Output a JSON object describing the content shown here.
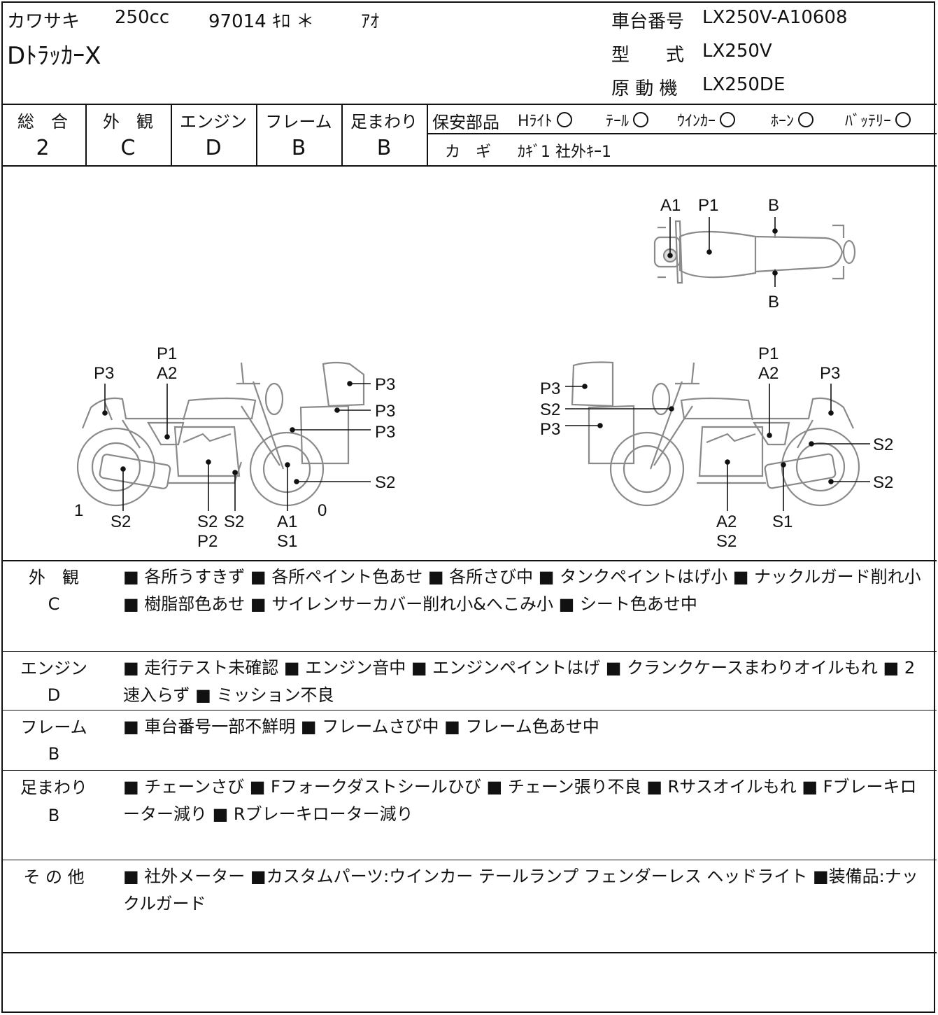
{
  "header": {
    "maker": "カワサキ",
    "cc": "250cc",
    "mileage": "97014 ｷﾛ ＊",
    "color": "ｱｵ",
    "model_name": "DﾄﾗｯｶｰX",
    "frame_no_label": "車台番号",
    "frame_no": "LX250V-A10608",
    "type_label": "型　　式",
    "type": "LX250V",
    "engine_label": "原 動 機",
    "engine": "LX250DE"
  },
  "grades": [
    {
      "label": "総　合",
      "value": "2"
    },
    {
      "label": "外　観",
      "value": "C"
    },
    {
      "label": "エンジン",
      "value": "D"
    },
    {
      "label": "フレーム",
      "value": "B"
    },
    {
      "label": "足まわり",
      "value": "B"
    }
  ],
  "safety": {
    "label": "保安部品",
    "items": [
      {
        "name": "Hﾗｲﾄ",
        "mark": "circle"
      },
      {
        "name": "ﾃｰﾙ",
        "mark": "circle"
      },
      {
        "name": "ｳｲﾝｶｰ",
        "mark": "circle"
      },
      {
        "name": "ﾎｰﾝ",
        "mark": "circle"
      },
      {
        "name": "ﾊﾞｯﾃﾘｰ",
        "mark": "circle"
      }
    ],
    "key_label": "カ　ギ",
    "key_value": "ｶｷﾞ1 社外ｷｰ1"
  },
  "diagram_labels": {
    "top": [
      "A1",
      "P1",
      "B",
      "B"
    ],
    "left": [
      "P3",
      "P1",
      "A2",
      "P3",
      "P3",
      "P3",
      "S2",
      "1",
      "S2",
      "S2",
      "S2",
      "P2",
      "A1",
      "S1",
      "0"
    ],
    "right": [
      "P3",
      "S2",
      "P3",
      "P1",
      "A2",
      "P3",
      "S2",
      "S2",
      "A2",
      "S2",
      "S1"
    ]
  },
  "sections": [
    {
      "label": "外　観",
      "grade": "C",
      "text": "■ 各所うすきず ■ 各所ペイント色あせ ■ 各所さび中 ■ タンクペイントはげ小 ■ ナックルガード削れ小 ■ 樹脂部色あせ ■ サイレンサーカバー削れ小&へこみ小 ■ シート色あせ中"
    },
    {
      "label": "エンジン",
      "grade": "D",
      "text": "■ 走行テスト未確認 ■ エンジン音中 ■ エンジンペイントはげ ■ クランクケースまわりオイルもれ ■ 2速入らず ■ ミッション不良"
    },
    {
      "label": "フレーム",
      "grade": "B",
      "text": "■ 車台番号一部不鮮明 ■ フレームさび中 ■ フレーム色あせ中"
    },
    {
      "label": "足まわり",
      "grade": "B",
      "text": "■ チェーンさび ■ Fフォークダストシールひび ■ チェーン張り不良 ■ Rサスオイルもれ ■ Fブレーキローター減り ■ Rブレーキローター減り"
    },
    {
      "label": "そ の 他",
      "grade": "",
      "text": "■ 社外メーター ■カスタムパーツ:ウインカー テールランプ フェンダーレス ヘッドライト ■装備品:ナックルガード"
    }
  ]
}
